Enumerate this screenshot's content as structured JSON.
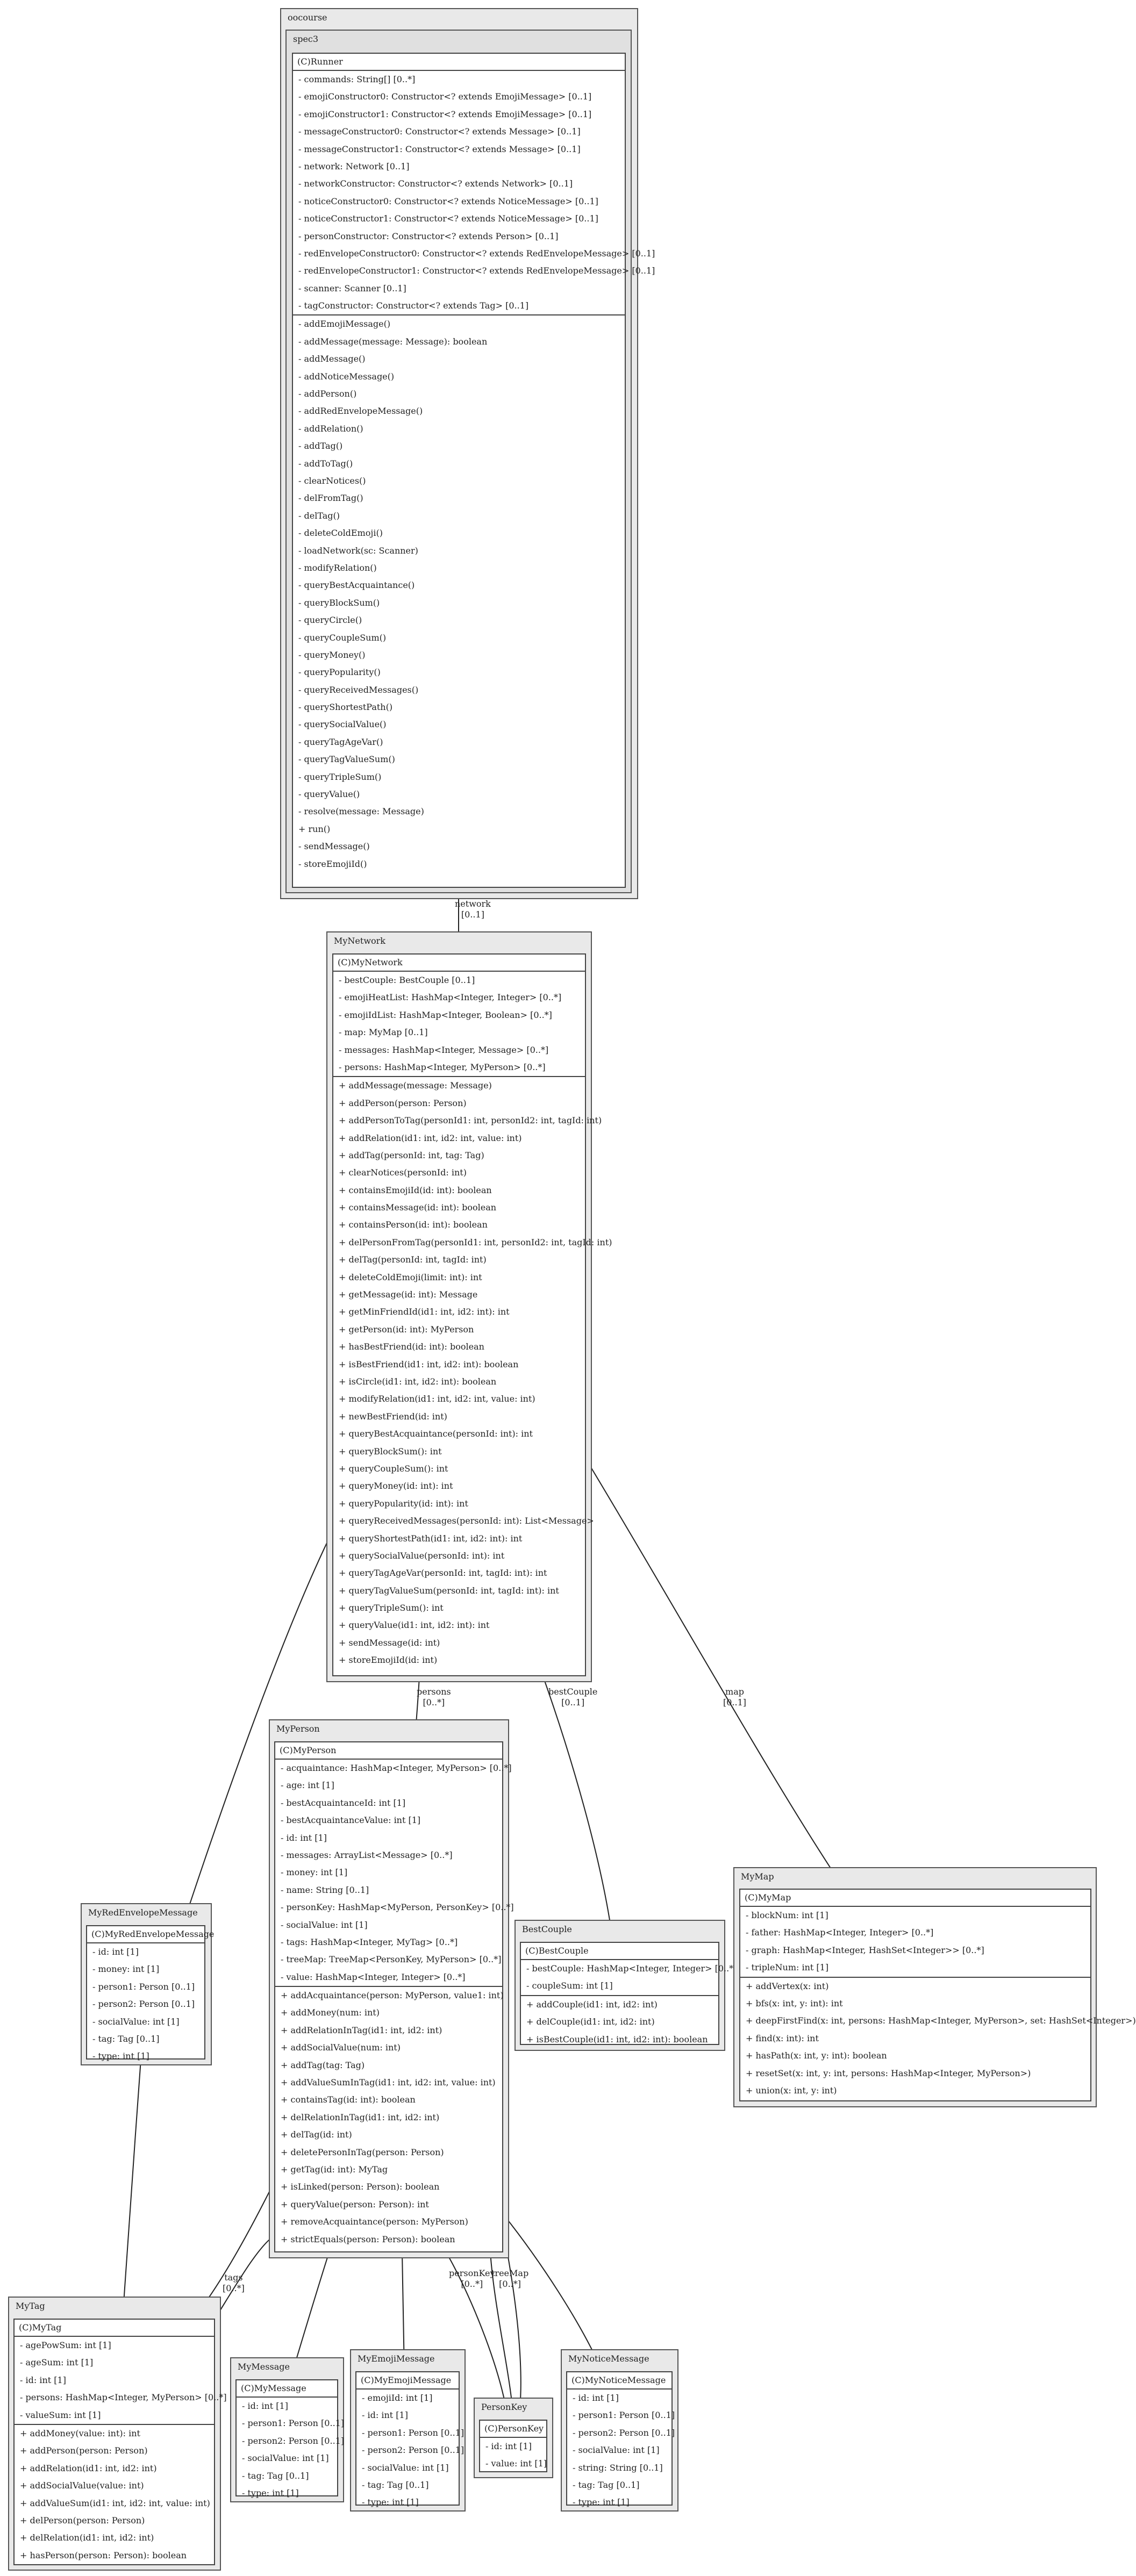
{
  "packages": {
    "outer": "oocourse",
    "spec3": "spec3"
  },
  "classes": {
    "runner": {
      "title": "(C)Runner",
      "attributes": [
        "-   commands: String[] [0..*]",
        "-   emojiConstructor0: Constructor<? extends EmojiMessage> [0..1]",
        "-   emojiConstructor1: Constructor<? extends EmojiMessage> [0..1]",
        "-   messageConstructor0: Constructor<? extends Message> [0..1]",
        "-   messageConstructor1: Constructor<? extends Message> [0..1]",
        "-   network: Network [0..1]",
        "-   networkConstructor: Constructor<? extends Network> [0..1]",
        "-   noticeConstructor0: Constructor<? extends NoticeMessage> [0..1]",
        "-   noticeConstructor1: Constructor<? extends NoticeMessage> [0..1]",
        "-   personConstructor: Constructor<? extends Person> [0..1]",
        "-   redEnvelopeConstructor0: Constructor<? extends RedEnvelopeMessage> [0..1]",
        "-   redEnvelopeConstructor1: Constructor<? extends RedEnvelopeMessage> [0..1]",
        "-   scanner: Scanner [0..1]",
        "-   tagConstructor: Constructor<? extends Tag> [0..1]"
      ],
      "methods": [
        "- addEmojiMessage()",
        "- addMessage(message: Message): boolean",
        "- addMessage()",
        "- addNoticeMessage()",
        "- addPerson()",
        "- addRedEnvelopeMessage()",
        "- addRelation()",
        "- addTag()",
        "- addToTag()",
        "- clearNotices()",
        "- delFromTag()",
        "- delTag()",
        "- deleteColdEmoji()",
        "- loadNetwork(sc: Scanner)",
        "- modifyRelation()",
        "- queryBestAcquaintance()",
        "- queryBlockSum()",
        "- queryCircle()",
        "- queryCoupleSum()",
        "- queryMoney()",
        "- queryPopularity()",
        "- queryReceivedMessages()",
        "- queryShortestPath()",
        "- querySocialValue()",
        "- queryTagAgeVar()",
        "- queryTagValueSum()",
        "- queryTripleSum()",
        "- queryValue()",
        "- resolve(message: Message)",
        "+ run()",
        "- sendMessage()",
        "- storeEmojiId()"
      ]
    },
    "mynetwork": {
      "package": "MyNetwork",
      "title": "(C)MyNetwork",
      "attributes": [
        "-   bestCouple: BestCouple [0..1]",
        "-   emojiHeatList: HashMap<Integer, Integer> [0..*]",
        "-   emojiIdList: HashMap<Integer, Boolean> [0..*]",
        "-   map: MyMap [0..1]",
        "-   messages: HashMap<Integer, Message> [0..*]",
        "-   persons: HashMap<Integer, MyPerson> [0..*]"
      ],
      "methods": [
        "+ addMessage(message: Message)",
        "+ addPerson(person: Person)",
        "+ addPersonToTag(personId1: int, personId2: int, tagId: int)",
        "+ addRelation(id1: int, id2: int, value: int)",
        "+ addTag(personId: int, tag: Tag)",
        "+ clearNotices(personId: int)",
        "+ containsEmojiId(id: int): boolean",
        "+ containsMessage(id: int): boolean",
        "+ containsPerson(id: int): boolean",
        "+ delPersonFromTag(personId1: int, personId2: int, tagId: int)",
        "+ delTag(personId: int, tagId: int)",
        "+ deleteColdEmoji(limit: int): int",
        "+ getMessage(id: int): Message",
        "+ getMinFriendId(id1: int, id2: int): int",
        "+ getPerson(id: int): MyPerson",
        "+ hasBestFriend(id: int): boolean",
        "+ isBestFriend(id1: int, id2: int): boolean",
        "+ isCircle(id1: int, id2: int): boolean",
        "+ modifyRelation(id1: int, id2: int, value: int)",
        "+ newBestFriend(id: int)",
        "+ queryBestAcquaintance(personId: int): int",
        "+ queryBlockSum(): int",
        "+ queryCoupleSum(): int",
        "+ queryMoney(id: int): int",
        "+ queryPopularity(id: int): int",
        "+ queryReceivedMessages(personId: int): List<Message>",
        "+ queryShortestPath(id1: int, id2: int): int",
        "+ querySocialValue(personId: int): int",
        "+ queryTagAgeVar(personId: int, tagId: int): int",
        "+ queryTagValueSum(personId: int, tagId: int): int",
        "+ queryTripleSum(): int",
        "+ queryValue(id1: int, id2: int): int",
        "+ sendMessage(id: int)",
        "+ storeEmojiId(id: int)"
      ]
    },
    "myperson": {
      "package": "MyPerson",
      "title": "(C)MyPerson",
      "attributes": [
        "-   acquaintance: HashMap<Integer, MyPerson> [0..*]",
        "-   age: int [1]",
        "-   bestAcquaintanceId: int [1]",
        "-   bestAcquaintanceValue: int [1]",
        "-   id: int [1]",
        "-   messages: ArrayList<Message> [0..*]",
        "-   money: int [1]",
        "-   name: String [0..1]",
        "-   personKey: HashMap<MyPerson, PersonKey> [0..*]",
        "-   socialValue: int [1]",
        "-   tags: HashMap<Integer, MyTag> [0..*]",
        "-   treeMap: TreeMap<PersonKey, MyPerson> [0..*]",
        "-   value: HashMap<Integer, Integer> [0..*]"
      ],
      "methods": [
        "+ addAcquaintance(person: MyPerson, value1: int)",
        "+ addMoney(num: int)",
        "+ addRelationInTag(id1: int, id2: int)",
        "+ addSocialValue(num: int)",
        "+ addTag(tag: Tag)",
        "+ addValueSumInTag(id1: int, id2: int, value: int)",
        "+ containsTag(id: int): boolean",
        "+ delRelationInTag(id1: int, id2: int)",
        "+ delTag(id: int)",
        "+ deletePersonInTag(person: Person)",
        "+ getTag(id: int): MyTag",
        "+ isLinked(person: Person): boolean",
        "+ queryValue(person: Person): int",
        "+ removeAcquaintance(person: MyPerson)",
        "+ strictEquals(person: Person): boolean"
      ]
    },
    "myredenvelope": {
      "package": "MyRedEnvelopeMessage",
      "title": "(C)MyRedEnvelopeMessage",
      "attributes": [
        "-   id: int [1]",
        "-   money: int [1]",
        "-   person1: Person [0..1]",
        "-   person2: Person [0..1]",
        "-   socialValue: int [1]",
        "-   tag: Tag [0..1]",
        "-   type: int [1]"
      ]
    },
    "bestcouple": {
      "package": "BestCouple",
      "title": "(C)BestCouple",
      "attributes": [
        "-   bestCouple: HashMap<Integer, Integer> [0..*]",
        "-   coupleSum: int [1]"
      ],
      "methods": [
        "+ addCouple(id1: int, id2: int)",
        "+ delCouple(id1: int, id2: int)",
        "+ isBestCouple(id1: int, id2: int): boolean"
      ]
    },
    "mymap": {
      "package": "MyMap",
      "title": "(C)MyMap",
      "attributes": [
        "-   blockNum: int [1]",
        "-   father: HashMap<Integer, Integer> [0..*]",
        "-   graph: HashMap<Integer, HashSet<Integer>> [0..*]",
        "-   tripleNum: int [1]"
      ],
      "methods": [
        "+ addVertex(x: int)",
        "+ bfs(x: int, y: int): int",
        "+ deepFirstFind(x: int, persons: HashMap<Integer, MyPerson>, set: HashSet<Integer>)",
        "+ find(x: int): int",
        "+ hasPath(x: int, y: int): boolean",
        "+ resetSet(x: int, y: int, persons: HashMap<Integer, MyPerson>)",
        "+ union(x: int, y: int)"
      ]
    },
    "mytag": {
      "package": "MyTag",
      "title": "(C)MyTag",
      "attributes": [
        "-   agePowSum: int [1]",
        "-   ageSum: int [1]",
        "-   id: int [1]",
        "-   persons: HashMap<Integer, MyPerson> [0..*]",
        "-   valueSum: int [1]"
      ],
      "methods": [
        "+ addMoney(value: int): int",
        "+ addPerson(person: Person)",
        "+ addRelation(id1: int, id2: int)",
        "+ addSocialValue(value: int)",
        "+ addValueSum(id1: int, id2: int, value: int)",
        "+ delPerson(person: Person)",
        "+ delRelation(id1: int, id2: int)",
        "+ hasPerson(person: Person): boolean"
      ]
    },
    "mymessage": {
      "package": "MyMessage",
      "title": "(C)MyMessage",
      "attributes": [
        "-   id: int [1]",
        "-   person1: Person [0..1]",
        "-   person2: Person [0..1]",
        "-   socialValue: int [1]",
        "-   tag: Tag [0..1]",
        "-   type: int [1]"
      ]
    },
    "myemoji": {
      "package": "MyEmojiMessage",
      "title": "(C)MyEmojiMessage",
      "attributes": [
        "-   emojiId: int [1]",
        "-   id: int [1]",
        "-   person1: Person [0..1]",
        "-   person2: Person [0..1]",
        "-   socialValue: int [1]",
        "-   tag: Tag [0..1]",
        "-   type: int [1]"
      ]
    },
    "personkey": {
      "package": "PersonKey",
      "title": "(C)PersonKey",
      "attributes": [
        "-   id: int [1]",
        "-   value: int [1]"
      ]
    },
    "mynotice": {
      "package": "MyNoticeMessage",
      "title": "(C)MyNoticeMessage",
      "attributes": [
        "-   id: int [1]",
        "-   person1: Person [0..1]",
        "-   person2: Person [0..1]",
        "-   socialValue: int [1]",
        "-   string: String [0..1]",
        "-   tag: Tag [0..1]",
        "-   type: int [1]"
      ]
    }
  },
  "edge_labels": {
    "network": [
      "network",
      "[0..1]"
    ],
    "persons": [
      "persons",
      "[0..*]"
    ],
    "bestCouple": [
      "bestCouple",
      "[0..1]"
    ],
    "map": [
      "map",
      "[0..1]"
    ],
    "tags": [
      "tags",
      "[0..*]"
    ],
    "personKey": [
      "personKey",
      "[0..*]"
    ],
    "treeMap": [
      "treeMap",
      "[0..*]"
    ]
  },
  "colors": {
    "cluster_fill": "#e9e9e9",
    "border": "#444444",
    "edge": "#222222"
  }
}
